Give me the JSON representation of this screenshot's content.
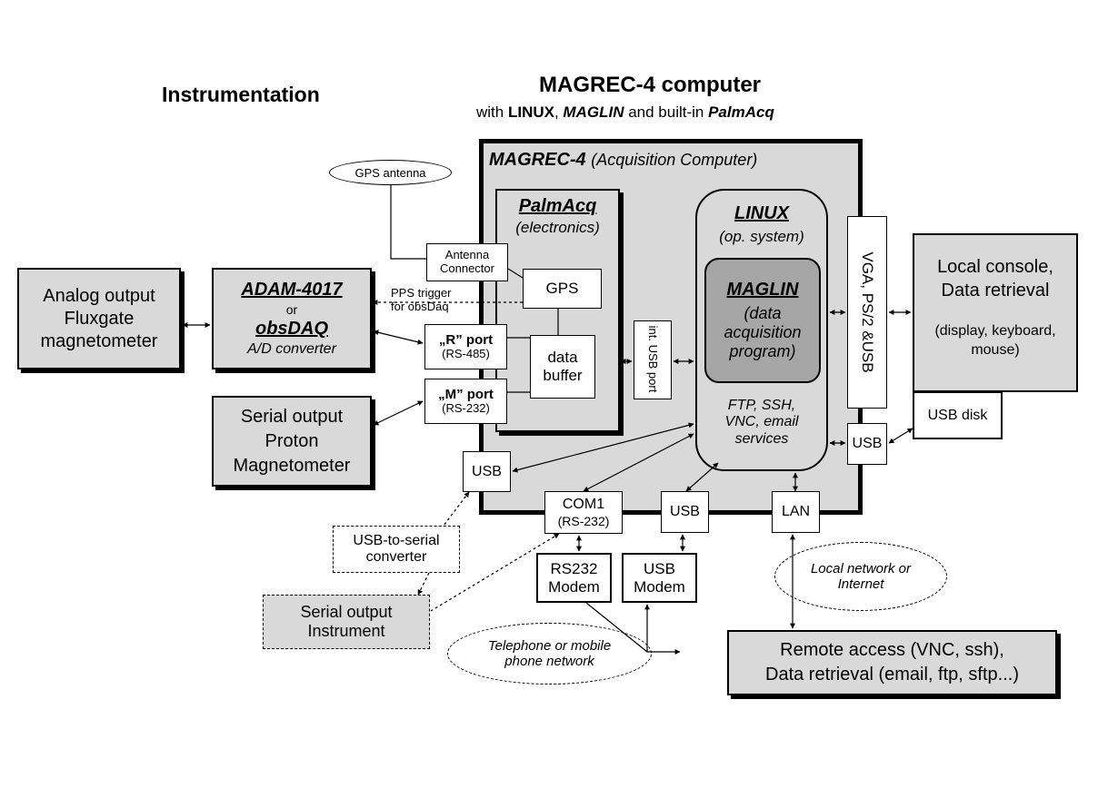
{
  "headings": {
    "instrumentation": "Instrumentation",
    "computer_title": "MAGREC-4 computer",
    "computer_sub_1": "with ",
    "computer_sub_linux": "LINUX",
    "computer_sub_2": ", ",
    "computer_sub_maglin": "MAGLIN",
    "computer_sub_3": " and built-in ",
    "computer_sub_palmacq": "PalmAcq"
  },
  "magrec": {
    "name": "MAGREC-4",
    "desc": "(Acquisition Computer)"
  },
  "palmacq": {
    "name": "PalmAcq",
    "desc": "(electronics)"
  },
  "gps_antenna": "GPS antenna",
  "antenna_connector": [
    "Antenna",
    "Connector"
  ],
  "gps": "GPS",
  "pps_trigger": [
    "PPS trigger",
    "for obsDaq"
  ],
  "data_buffer": [
    "data",
    "buffer"
  ],
  "r_port": {
    "label": "„R” port",
    "sub": "(RS-485)"
  },
  "m_port": {
    "label": "„M” port",
    "sub": "(RS-232)"
  },
  "int_usb_port": "int. USB port",
  "linux": {
    "name": "LINUX",
    "desc": "(op. system)"
  },
  "maglin": {
    "name": "MAGLIN",
    "lines": [
      "(data",
      "acquisition",
      "program)"
    ]
  },
  "services": [
    "FTP, SSH,",
    "VNC, email",
    "services"
  ],
  "vga": "VGA, PS/2 &USB",
  "usb_right": "USB",
  "usb_disk": "USB disk",
  "local_console": {
    "lines": [
      "Local console,",
      "Data retrieval"
    ],
    "sub": [
      "(display, keyboard,",
      "mouse)"
    ]
  },
  "analog": [
    "Analog output",
    "Fluxgate",
    "magnetometer"
  ],
  "adam": {
    "name": "ADAM-4017",
    "or": "or",
    "obsdaq": "obsDAQ",
    "desc": "A/D converter"
  },
  "serial_proton": [
    "Serial output",
    "Proton",
    "Magnetometer"
  ],
  "usb_left": "USB",
  "usb_serial_converter": [
    "USB-to-serial",
    "converter"
  ],
  "serial_instrument": [
    "Serial output",
    "Instrument"
  ],
  "com1": {
    "label": "COM1",
    "sub": "(RS-232)"
  },
  "usb_bottom": "USB",
  "lan": "LAN",
  "rs232_modem": [
    "RS232",
    "Modem"
  ],
  "usb_modem": [
    "USB",
    "Modem"
  ],
  "phone_network": [
    "Telephone or mobile",
    "phone network"
  ],
  "local_network": [
    "Local network or",
    "Internet"
  ],
  "remote_access": [
    "Remote access (VNC, ssh),",
    "Data retrieval (email, ftp, sftp...)"
  ]
}
